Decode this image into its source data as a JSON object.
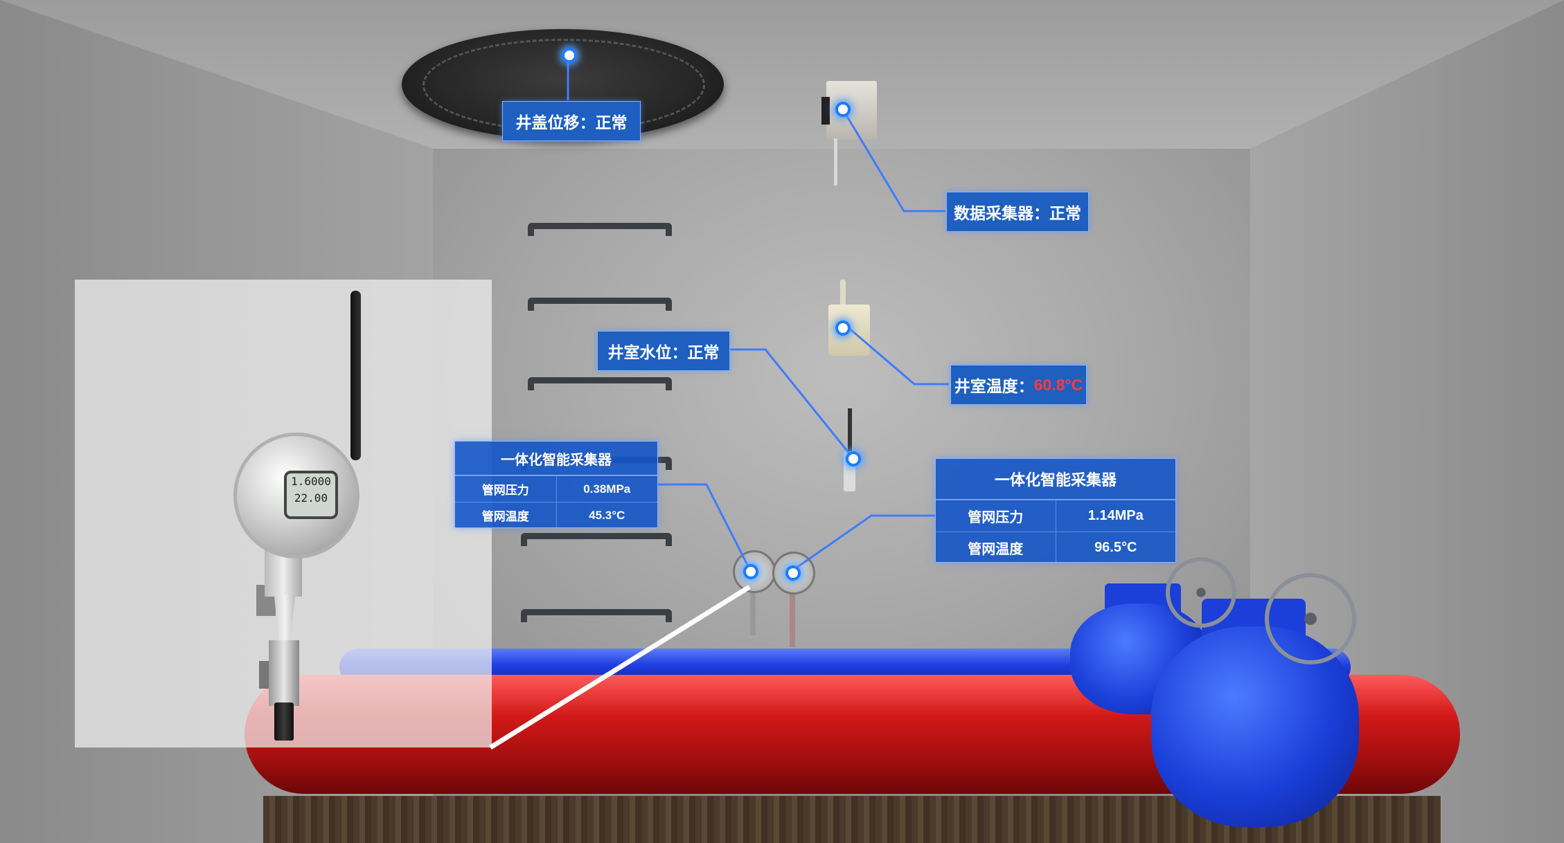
{
  "labels": {
    "manhole_displacement": "井盖位移：正常",
    "data_collector": "数据采集器：正常",
    "chamber_water_level": "井室水位：正常",
    "chamber_temp_prefix": "井室温度：",
    "chamber_temp_value": "60.8°C"
  },
  "panels": {
    "left": {
      "title": "一体化智能采集器",
      "rows": [
        {
          "name": "管网压力",
          "value": "0.38MPa"
        },
        {
          "name": "管网温度",
          "value": "45.3°C"
        }
      ]
    },
    "right": {
      "title": "一体化智能采集器",
      "rows": [
        {
          "name": "管网压力",
          "value": "1.14MPa"
        },
        {
          "name": "管网温度",
          "value": "96.5°C"
        }
      ]
    }
  },
  "transmitter": {
    "display_line1": "1.6000",
    "display_line2": "22.00"
  },
  "colors": {
    "label_bg": "#1e5fc0",
    "warning_text": "#ff3a3a",
    "hot_pipe": "#d11818",
    "cold_pipe": "#1f3de0",
    "connector_line": "#3f7bff"
  }
}
